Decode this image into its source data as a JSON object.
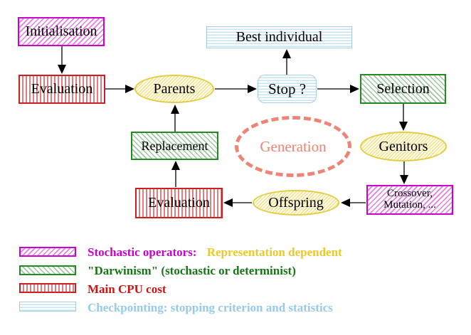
{
  "diagram": {
    "nodes": {
      "initialisation": {
        "label": "Initialisation"
      },
      "evaluation_top": {
        "label": "Evaluation"
      },
      "parents": {
        "label": "Parents"
      },
      "best_individual": {
        "label": "Best individual"
      },
      "stop": {
        "label": "Stop ?"
      },
      "selection": {
        "label": "Selection"
      },
      "genitors": {
        "label": "Genitors"
      },
      "crossover_mutation": {
        "line1": "Crossover,",
        "line2": "Mutation, ..."
      },
      "offspring": {
        "label": "Offspring"
      },
      "evaluation_bottom": {
        "label": "Evaluation"
      },
      "replacement": {
        "label": "Replacement"
      },
      "generation": {
        "label": "Generation"
      }
    },
    "edges": [
      {
        "from": "Initialisation",
        "to": "Evaluation"
      },
      {
        "from": "Evaluation",
        "to": "Parents"
      },
      {
        "from": "Parents",
        "to": "Stop ?"
      },
      {
        "from": "Stop ?",
        "to": "Best individual"
      },
      {
        "from": "Stop ?",
        "to": "Selection"
      },
      {
        "from": "Selection",
        "to": "Genitors"
      },
      {
        "from": "Genitors",
        "to": "Crossover, Mutation, ..."
      },
      {
        "from": "Crossover, Mutation, ...",
        "to": "Offspring"
      },
      {
        "from": "Offspring",
        "to": "Evaluation"
      },
      {
        "from": "Evaluation",
        "to": "Replacement"
      },
      {
        "from": "Replacement",
        "to": "Parents"
      }
    ],
    "legend": {
      "items": [
        {
          "swatch": "magenta-hatch",
          "label": "Stochastic operators:",
          "label2": "Representation dependent"
        },
        {
          "swatch": "green-hatch",
          "label": "\"Darwinism\" (stochastic or determinist)"
        },
        {
          "swatch": "red-stripes",
          "label": "Main CPU cost"
        },
        {
          "swatch": "cyan-stripes",
          "label": "Checkpointing: stopping criterion and statistics"
        }
      ]
    },
    "colors": {
      "magenta": "#cc00cc",
      "green": "#228b22",
      "red": "#cc2020",
      "cyan": "#96cbe8",
      "yellow_border": "#e2ce45",
      "gold_text": "#edc928",
      "salmon": "#ee8476",
      "background": "#ffffff",
      "node_text": "#000000"
    }
  }
}
